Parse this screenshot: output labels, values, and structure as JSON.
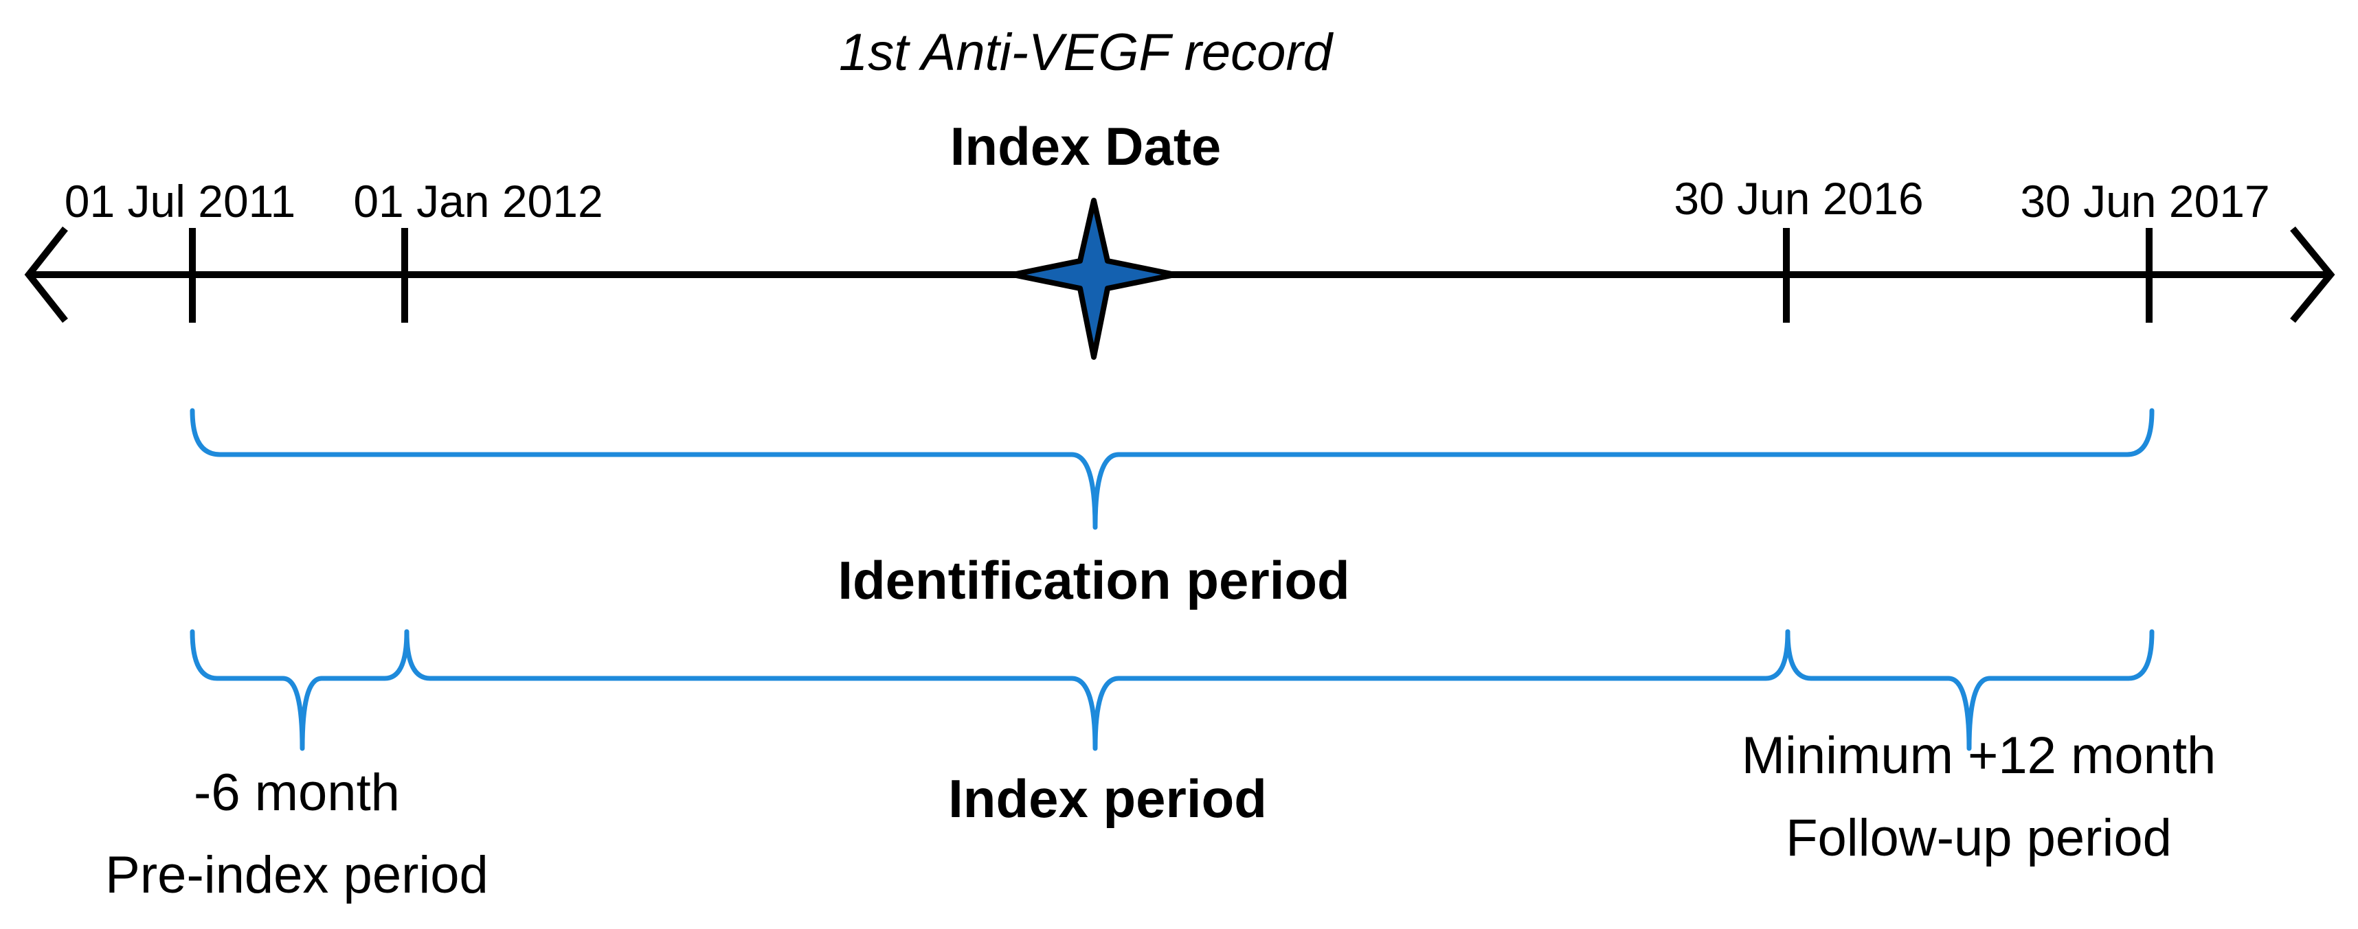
{
  "title": "1st Anti-VEGF record",
  "index_date_label": "Index Date",
  "dates": [
    {
      "label": "01 Jul 2011"
    },
    {
      "label": "01 Jan 2012"
    },
    {
      "label": "30 Jun 2016"
    },
    {
      "label": "30 Jun 2017"
    }
  ],
  "periods": {
    "identification": "Identification period",
    "pre_index": {
      "line1": "-6 month",
      "line2": "Pre-index period"
    },
    "index": "Index period",
    "follow_up": {
      "line1": "Minimum +12 month",
      "line2": "Follow-up period"
    }
  },
  "colors": {
    "axis": "#000000",
    "brace": "#1E8ADB",
    "star_fill": "#1461B0",
    "star_stroke": "#000000",
    "text": "#000000"
  },
  "icons": {
    "index_marker": "four-point-star-icon",
    "axis_ends": "arrow-icon"
  }
}
